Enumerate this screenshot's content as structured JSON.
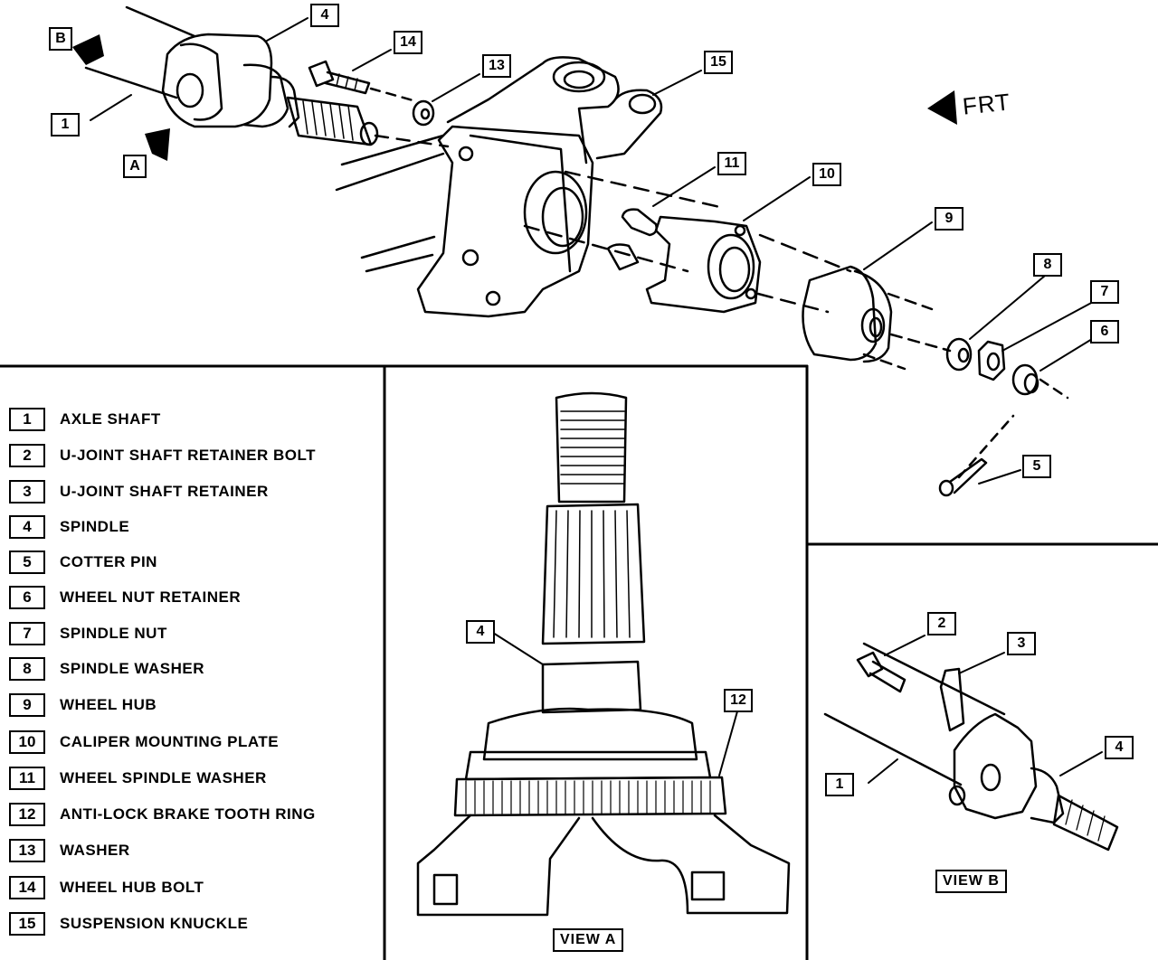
{
  "legend": [
    {
      "num": "1",
      "label": "AXLE SHAFT"
    },
    {
      "num": "2",
      "label": "U-JOINT SHAFT RETAINER BOLT"
    },
    {
      "num": "3",
      "label": "U-JOINT SHAFT RETAINER"
    },
    {
      "num": "4",
      "label": "SPINDLE"
    },
    {
      "num": "5",
      "label": "COTTER PIN"
    },
    {
      "num": "6",
      "label": "WHEEL NUT RETAINER"
    },
    {
      "num": "7",
      "label": "SPINDLE NUT"
    },
    {
      "num": "8",
      "label": "SPINDLE WASHER"
    },
    {
      "num": "9",
      "label": "WHEEL HUB"
    },
    {
      "num": "10",
      "label": "CALIPER MOUNTING PLATE"
    },
    {
      "num": "11",
      "label": "WHEEL SPINDLE WASHER"
    },
    {
      "num": "12",
      "label": "ANTI-LOCK BRAKE TOOTH RING"
    },
    {
      "num": "13",
      "label": "WASHER"
    },
    {
      "num": "14",
      "label": "WHEEL HUB BOLT"
    },
    {
      "num": "15",
      "label": "SUSPENSION KNUCKLE"
    }
  ],
  "callouts": {
    "main": [
      "4",
      "14",
      "13",
      "15",
      "1",
      "11",
      "10",
      "9",
      "8",
      "7",
      "6",
      "5"
    ],
    "view_a": [
      "4",
      "12"
    ],
    "view_b": [
      "2",
      "3",
      "1",
      "4"
    ]
  },
  "view_refs": {
    "b": "B",
    "a": "A"
  },
  "frt": "FRT",
  "view_a_label": "VIEW A",
  "view_b_label": "VIEW B"
}
